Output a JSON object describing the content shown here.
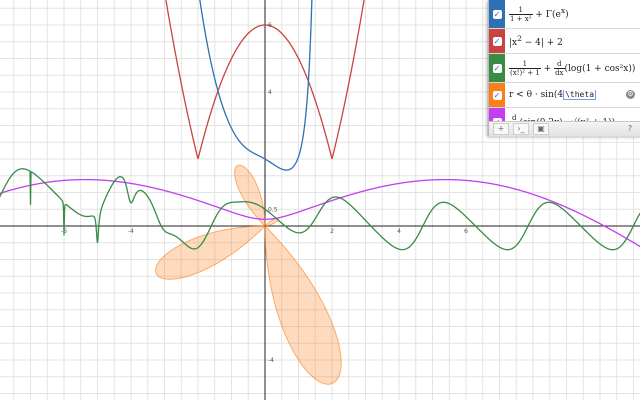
{
  "colors": {
    "blue": "#2d70b3",
    "red": "#c74440",
    "green": "#388c46",
    "orange": "#fa7e19",
    "purple": "#c23ef0",
    "grid": "#e3e3e3",
    "axis": "#222222"
  },
  "axes": {
    "x_ticks": [
      {
        "value": -6,
        "label": "-6"
      },
      {
        "value": -4,
        "label": "-4"
      },
      {
        "value": 2,
        "label": "2"
      },
      {
        "value": 4,
        "label": "4"
      },
      {
        "value": 6,
        "label": "6"
      }
    ],
    "y_ticks": [
      {
        "value": 6,
        "label": "6"
      },
      {
        "value": 4,
        "label": "4"
      },
      {
        "value": 0.5,
        "label": "0.5"
      },
      {
        "value": -4,
        "label": "-4"
      }
    ]
  },
  "expressions": [
    {
      "color": "blue",
      "checked": "✓"
    },
    {
      "color": "red",
      "checked": "✓",
      "text_left": "|x",
      "text_sup": "2",
      "text_right": " − 4| + 2"
    },
    {
      "color": "green",
      "checked": "✓"
    },
    {
      "color": "orange",
      "checked": "✓",
      "text_left": "r < θ · sin(4",
      "edit_text": "\\theta"
    },
    {
      "color": "purple",
      "checked": "✓"
    }
  ],
  "toolbar": {
    "add": "+",
    "func": "›_",
    "image": "▣",
    "help": "?"
  },
  "gear": "⚙"
}
